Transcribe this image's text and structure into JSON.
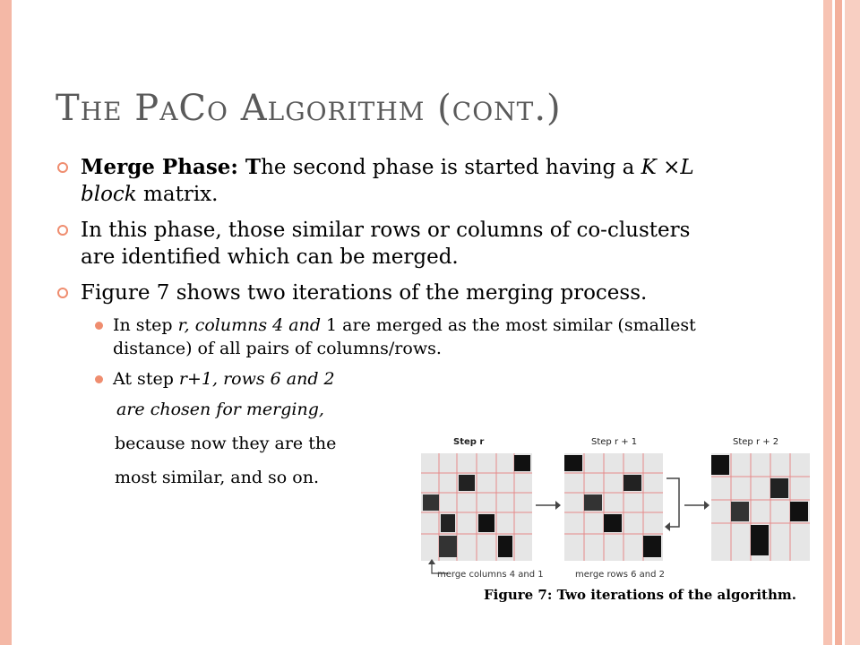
{
  "title": {
    "t1_big": "T",
    "t1_small": "HE",
    "t2_big": "P",
    "t2_small": "A",
    "t3_big": "C",
    "t3_small": "O",
    "t4_big": "A",
    "t4_small": "LGORITHM",
    "t5_open": "(",
    "t5_small": "CONT",
    "t5_close": ".)"
  },
  "bullets": [
    {
      "bold": "Merge Phase: T",
      "text1": "he second phase is started having a ",
      "italic": "K ×L block",
      "text2": " matrix."
    },
    {
      "text": "In this phase, those similar rows or columns of co-clusters are identified which can be merged."
    },
    {
      "text": "Figure 7 shows two iterations of the merging process."
    }
  ],
  "sub_bullets": [
    {
      "text1": "In step ",
      "italic": "r, columns 4 and",
      "text2": " 1 are merged as the most similar (smallest distance) of all pairs of columns/rows."
    },
    {
      "text1": "At step ",
      "italic": "r+1, rows 6 and 2"
    }
  ],
  "continuation": {
    "line1": "are chosen for merging,",
    "line2": "because now they are the",
    "line3": "most similar, and so on."
  },
  "figure": {
    "step1": "Step r",
    "step2": "Step r + 1",
    "step3": "Step r + 2",
    "merge1": "merge columns 4 and 1",
    "merge2": "merge rows 6 and 2",
    "caption": "Figure 7: Two iterations of the algorithm."
  },
  "colors": {
    "accent": "#ef8d6f",
    "title": "#5a5a5a",
    "frame": "#f4b8a6"
  },
  "icons": {
    "bullet": "hollow-circle-bullet-icon",
    "sub_bullet": "filled-dot-icon"
  }
}
